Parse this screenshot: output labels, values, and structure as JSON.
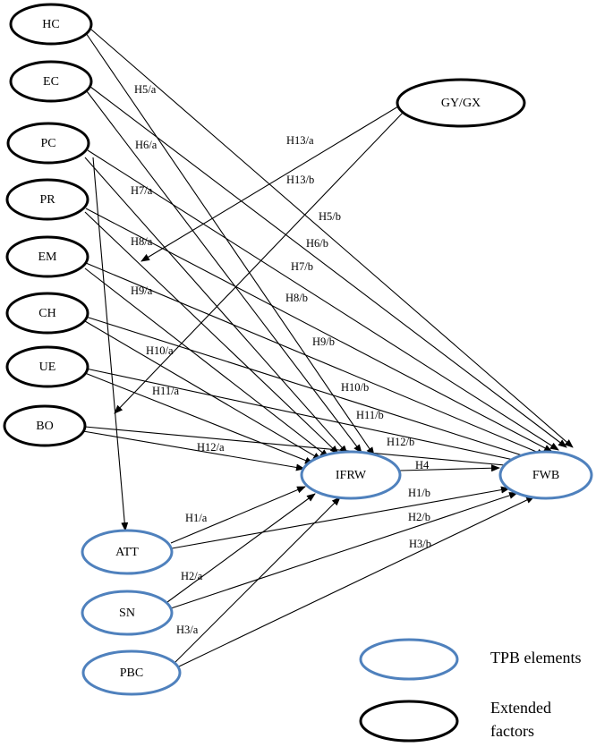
{
  "nodes": [
    {
      "id": "HC",
      "label": "HC",
      "kind": "extended"
    },
    {
      "id": "EC",
      "label": "EC",
      "kind": "extended"
    },
    {
      "id": "PC",
      "label": "PC",
      "kind": "extended"
    },
    {
      "id": "PR",
      "label": "PR",
      "kind": "extended"
    },
    {
      "id": "EM",
      "label": "EM",
      "kind": "extended"
    },
    {
      "id": "CH",
      "label": "CH",
      "kind": "extended"
    },
    {
      "id": "UE",
      "label": "UE",
      "kind": "extended"
    },
    {
      "id": "BO",
      "label": "BO",
      "kind": "extended"
    },
    {
      "id": "GYGX",
      "label": "GY/GX",
      "kind": "extended"
    },
    {
      "id": "IFRW",
      "label": "IFRW",
      "kind": "tpb"
    },
    {
      "id": "FWB",
      "label": "FWB",
      "kind": "tpb"
    },
    {
      "id": "ATT",
      "label": "ATT",
      "kind": "tpb"
    },
    {
      "id": "SN",
      "label": "SN",
      "kind": "tpb"
    },
    {
      "id": "PBC",
      "label": "PBC",
      "kind": "tpb"
    }
  ],
  "edges": [
    {
      "from": "HC",
      "to": "IFRW",
      "label": "H5/a"
    },
    {
      "from": "HC",
      "to": "FWB",
      "label": "H5/b"
    },
    {
      "from": "EC",
      "to": "IFRW",
      "label": "H6/a"
    },
    {
      "from": "EC",
      "to": "FWB",
      "label": "H6/b"
    },
    {
      "from": "PC",
      "to": "IFRW",
      "label": "H7/a"
    },
    {
      "from": "PC",
      "to": "FWB",
      "label": "H7/b"
    },
    {
      "from": "PC",
      "to": "ATT",
      "label": ""
    },
    {
      "from": "PR",
      "to": "IFRW",
      "label": "H8/a"
    },
    {
      "from": "PR",
      "to": "FWB",
      "label": "H8/b"
    },
    {
      "from": "EM",
      "to": "IFRW",
      "label": "H9/a"
    },
    {
      "from": "EM",
      "to": "FWB",
      "label": "H9/b"
    },
    {
      "from": "CH",
      "to": "IFRW",
      "label": "H10/a"
    },
    {
      "from": "CH",
      "to": "FWB",
      "label": "H10/b"
    },
    {
      "from": "UE",
      "to": "IFRW",
      "label": "H11/a"
    },
    {
      "from": "UE",
      "to": "FWB",
      "label": "H11/b"
    },
    {
      "from": "BO",
      "to": "IFRW",
      "label": "H12/a"
    },
    {
      "from": "BO",
      "to": "FWB",
      "label": "H12/b"
    },
    {
      "from": "GYGX",
      "to": "EM",
      "label": "H13/a"
    },
    {
      "from": "GYGX",
      "to": "BO",
      "label": "H13/b"
    },
    {
      "from": "IFRW",
      "to": "FWB",
      "label": "H4"
    },
    {
      "from": "ATT",
      "to": "IFRW",
      "label": "H1/a"
    },
    {
      "from": "ATT",
      "to": "FWB",
      "label": "H1/b"
    },
    {
      "from": "SN",
      "to": "IFRW",
      "label": "H2/a"
    },
    {
      "from": "SN",
      "to": "FWB",
      "label": "H2/b"
    },
    {
      "from": "PBC",
      "to": "IFRW",
      "label": "H3/a"
    },
    {
      "from": "PBC",
      "to": "FWB",
      "label": "H3/b"
    }
  ],
  "legend": {
    "tpb_label": "TPB elements",
    "extended_label_line1": "Extended",
    "extended_label_line2": "factors"
  },
  "colors": {
    "tpb_stroke": "#4f81bd",
    "extended_stroke": "#000000",
    "line": "#000000"
  }
}
